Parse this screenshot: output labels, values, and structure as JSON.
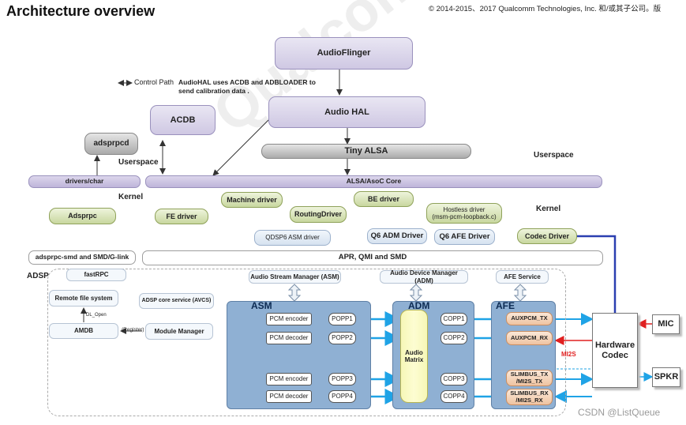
{
  "header": {
    "title": "Architecture overview",
    "copyright": "© 2014-2015、2017 Qualcomm Technologies, Inc. 和/或其子公司。版"
  },
  "watermark": "Qualcomm",
  "legend": {
    "control_path": "Control Path",
    "note": "AudioHAL uses ACDB and ADBLOADER to send calibration data ."
  },
  "layers": {
    "userspace_left": "Userspace",
    "userspace_right": "Userspace",
    "kernel_left": "Kernel",
    "kernel_right": "Kernel",
    "adsp": "ADSP"
  },
  "blocks": {
    "audioflinger": "AudioFlinger",
    "audio_hal": "Audio HAL",
    "acdb": "ACDB",
    "adsprpcd": "adsprpcd",
    "tiny_alsa": "Tiny ALSA",
    "drivers_char": "drivers/char",
    "alsa_asoc": "ALSA/AsoC Core",
    "adsprpc": "Adsprpc",
    "fe_driver": "FE driver",
    "machine_driver": "Machine driver",
    "routing_driver": "RoutingDriver",
    "be_driver": "BE driver",
    "hostless_driver": "Hostless driver",
    "hostless_sub": "(msm-pcm-loopback.c)",
    "qdsp6_asm": "QDSP6 ASM driver",
    "q6_adm": "Q6 ADM Driver",
    "q6_afe": "Q6 AFE Driver",
    "codec_driver": "Codec Driver",
    "adsprpc_smd": "adsprpc-smd  and SMD/G-link",
    "apr": "APR, QMI and SMD"
  },
  "adsp": {
    "fastrpc": "fastRPC",
    "remote_fs": "Remote file system",
    "dl_open": "DL_Open",
    "amdb": "AMDB",
    "register": "(Register)",
    "module_manager": "Module Manager",
    "avcs": "ADSP core service (AVCS)",
    "asm_manager": "Audio Stream Manager (ASM)",
    "adm_manager": "Audio Device Manager (ADM)",
    "afe_service": "AFE Service"
  },
  "asm": {
    "label": "ASM",
    "rows": [
      {
        "pcm": "PCM encoder",
        "popp": "POPP1"
      },
      {
        "pcm": "PCM decoder",
        "popp": "POPP2"
      },
      {
        "pcm": "PCM encoder",
        "popp": "POPP3"
      },
      {
        "pcm": "PCM decoder",
        "popp": "POPP4"
      }
    ]
  },
  "adm": {
    "label": "ADM",
    "matrix": "Audio Matrix",
    "copp": [
      "COPP1",
      "COPP2",
      "COPP3",
      "COPP4"
    ]
  },
  "afe": {
    "label": "AFE",
    "ports": [
      "AUXPCM_TX",
      "AUXPCM_RX",
      "SLIMBUS_TX /MI2S_TX",
      "SLIMBUS_RX /MI2S_RX"
    ]
  },
  "hardware": {
    "codec": "Hardware Codec",
    "mic": "MIC",
    "spkr": "SPKR",
    "mi2s": "MI2S"
  },
  "footer": {
    "credit": "CSDN @ListQueue"
  },
  "colors": {
    "blue_line": "#1fa3e6",
    "navy_line": "#2b3fb0",
    "red_arrow": "#e02020"
  }
}
